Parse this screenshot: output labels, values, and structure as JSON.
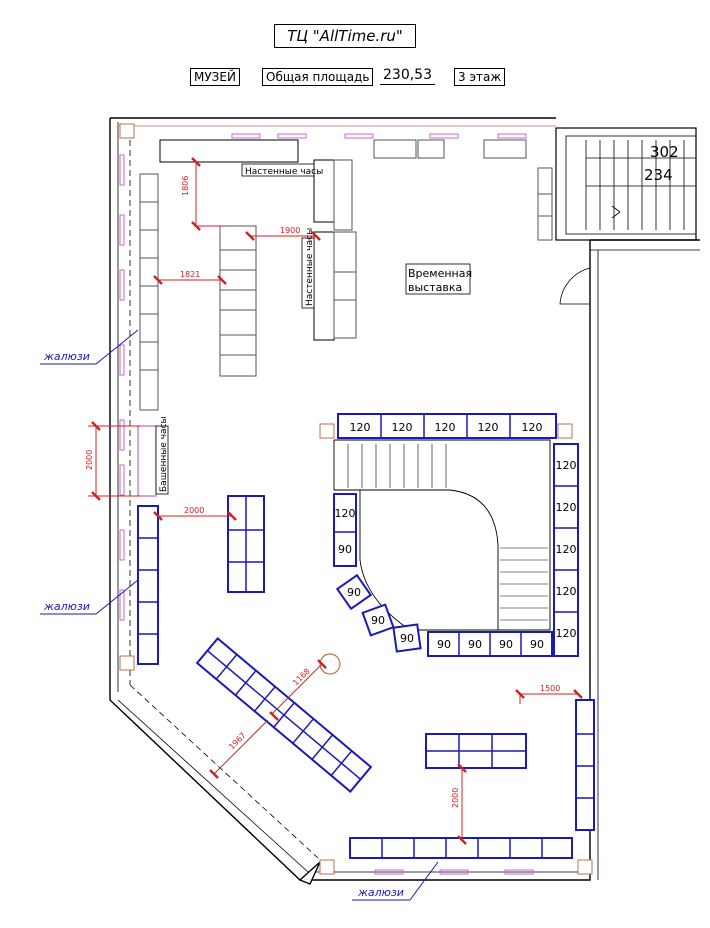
{
  "header": {
    "title": "ТЦ \"AllTime.ru\"",
    "section": "МУЗЕЙ",
    "area_label": "Общая площадь",
    "area_value": "230,53",
    "floor": "3 этаж"
  },
  "stair_numbers": {
    "upper": "302",
    "lower": "234"
  },
  "labels": {
    "wall_clocks_1": "Настенные часы",
    "wall_clocks_2": "Настенные часы",
    "tower_clocks": "Башенные часы",
    "temp_exhibit_1": "Временная",
    "temp_exhibit_2": "выставка",
    "blinds_1": "жалюзи",
    "blinds_2": "жалюзи",
    "blinds_3": "жалюзи"
  },
  "dimensions": {
    "d1806": "1806",
    "d1900": "1900",
    "d1821": "1821",
    "d2000_left": "2000",
    "d2000_mid": "2000",
    "d1500": "1500",
    "d1168": "1168",
    "d1967": "1967",
    "d2000_bottom": "2000"
  },
  "showcases": {
    "top_row": [
      "120",
      "120",
      "120",
      "120",
      "120"
    ],
    "right_col": [
      "120",
      "120",
      "120",
      "120",
      "120"
    ],
    "left_col": [
      "120",
      "90"
    ],
    "curve": [
      "90",
      "90",
      "90"
    ],
    "bottom_row": [
      "90",
      "90",
      "90",
      "90"
    ]
  },
  "colors": {
    "wall": "#000000",
    "showcase": "#1a1ab4",
    "dimension": "#d42020",
    "window": "#c864c8",
    "furniture": "#555555"
  }
}
